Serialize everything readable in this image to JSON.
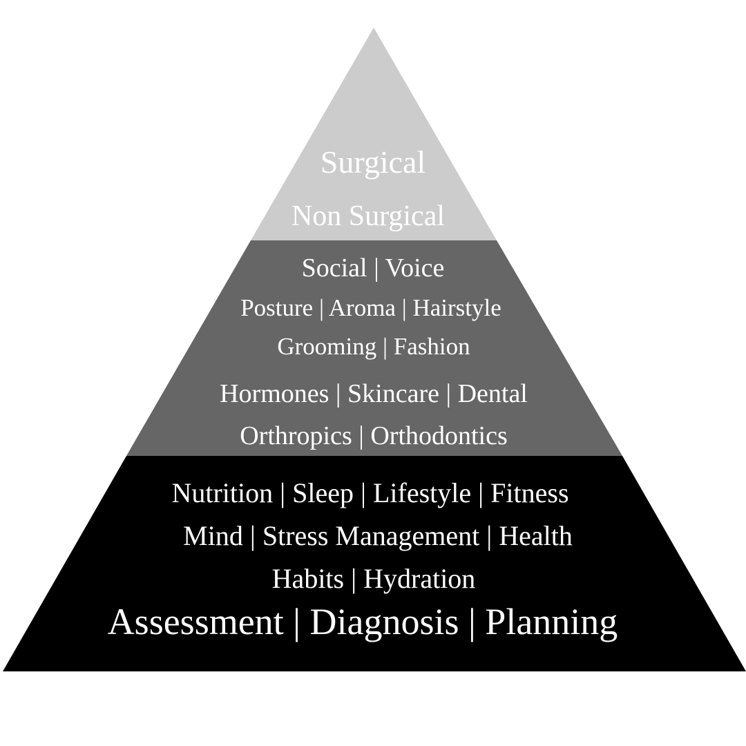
{
  "pyramid": {
    "tiers": [
      {
        "name": "top",
        "color": "#cccccc",
        "lines": [
          "Surgical",
          "Non Surgical"
        ]
      },
      {
        "name": "middle",
        "color": "#666666",
        "lines": [
          "Social | Voice",
          "Posture | Aroma | Hairstyle",
          "Grooming | Fashion",
          "Hormones | Skincare | Dental",
          "Orthropics | Orthodontics"
        ]
      },
      {
        "name": "bottom",
        "color": "#000000",
        "lines": [
          "Nutrition | Sleep | Lifestyle | Fitness",
          "Mind | Stress Management | Health",
          "Habits | Hydration",
          "Assessment | Diagnosis | Planning"
        ]
      }
    ],
    "text_color": "#ffffff",
    "background": "#ffffff"
  }
}
